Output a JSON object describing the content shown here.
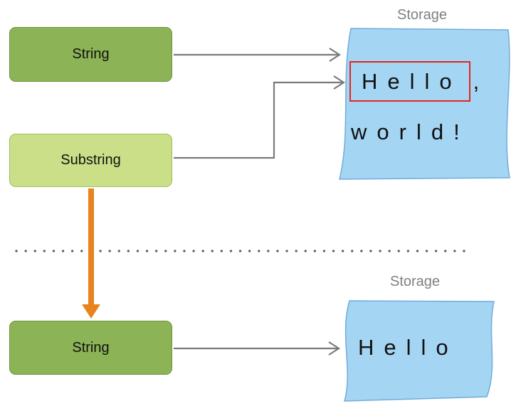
{
  "diagram": {
    "top": {
      "string_label": "String",
      "substring_label": "Substring",
      "storage_title": "Storage",
      "storage_line1_highlighted": "Hello",
      "storage_line1_punctuation": ",",
      "storage_line2": "world!"
    },
    "bottom": {
      "string_label": "String",
      "storage_title": "Storage",
      "storage_text": "Hello"
    }
  },
  "colors": {
    "string_box_fill": "#8cb355",
    "string_box_border": "#6d9440",
    "substring_box_fill": "#cadf87",
    "substring_box_border": "#9cbf5c",
    "storage_fill": "#a4d5f3",
    "storage_border": "#70acdc",
    "highlight_red": "#e8221f",
    "arrow_gray": "#7a7a7a",
    "mutation_arrow_orange": "#e8831d",
    "divider_dot_gray": "#5c5c5c",
    "storage_label_gray": "#808080",
    "text_black": "#111111"
  }
}
